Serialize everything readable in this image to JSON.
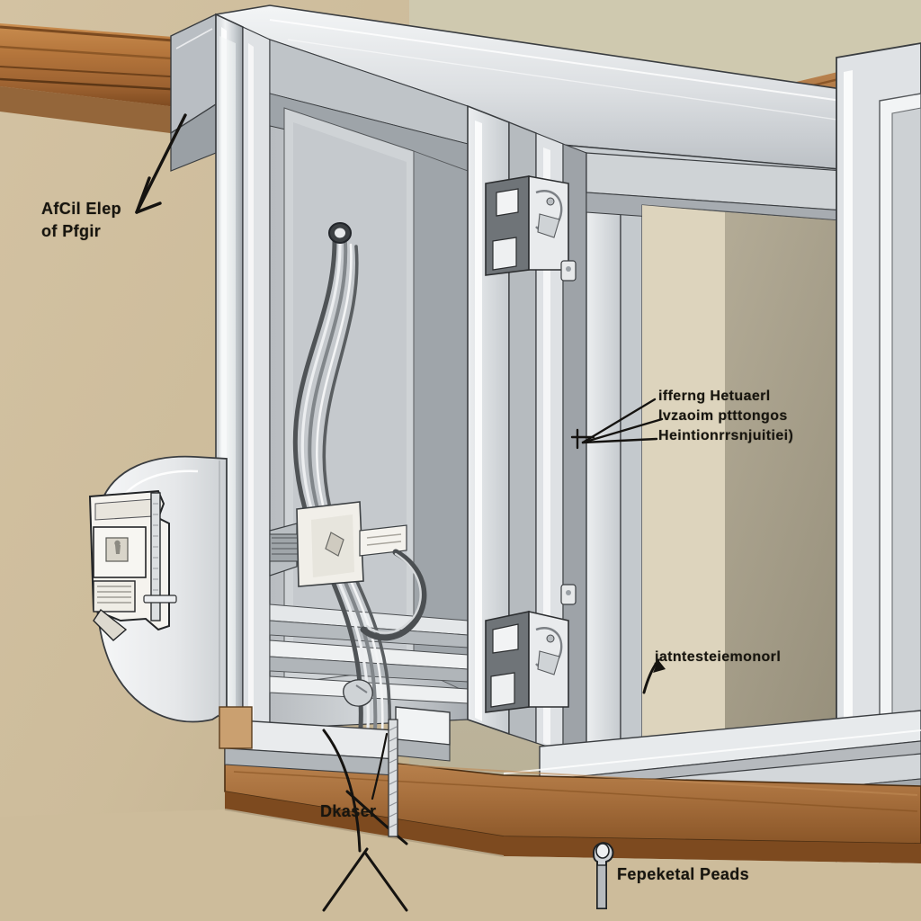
{
  "illustration": {
    "title": "Cutaway technical illustration of an aluminum-framed cabinet / door assembly",
    "style": "line-shaded CAD-style rendering, garbled placeholder annotation text",
    "palette": {
      "wall": "#cdbc9b",
      "wall_shadow": "#bfae8d",
      "ceiling": "#cfc7ad",
      "wood_trim": "#b5763c",
      "wood_trim_dark": "#7d4a1f",
      "wood_sill": "#b07a45",
      "aluminium_light": "#e9ebed",
      "aluminium_mid": "#c3c7cb",
      "aluminium_dark": "#9aa0a5",
      "panel_back": "#9b9380",
      "panel_inner": "#d8cfb8",
      "hinge_dark": "#6d7175",
      "outline": "#2b2b2b",
      "label_ink": "#17150f"
    }
  },
  "callouts": [
    {
      "id": "top-left",
      "lines": [
        "AfCil Elep",
        "of Pfgir"
      ],
      "leader": "arrow pointing up-right to the top cabinet corner / wood trim junction"
    },
    {
      "id": "mid-right",
      "lines": [
        "ifferng Hetuaerl",
        "lvzaoim  ptttongos",
        "Heintionrrsnjuitiei)"
      ],
      "leader": "three leader lines to the right stile and frame edge"
    },
    {
      "id": "lower-right",
      "lines": [
        "jatntesteiemonorl"
      ],
      "leader": "hooked leader down to the bottom rail / sill track"
    },
    {
      "id": "bottom-left",
      "lines": [
        "Dkaser"
      ],
      "leader": "crossing leader lines to the lower drawer box and wood sill"
    },
    {
      "id": "bottom-center",
      "lines": [
        "Fepeketal Peads"
      ],
      "leader": "vertical fastener / screwdriver pictogram above the text"
    }
  ],
  "components": [
    {
      "name": "wood-crown-trim",
      "note": "diagonal stained wood trim across the top of the wall"
    },
    {
      "name": "aluminium-cabinet-carcass",
      "note": "extruded aluminium box with mitred corners"
    },
    {
      "name": "cable-bundle",
      "note": "bundle of grey wires routed through a grommet inside the carcass"
    },
    {
      "name": "grommet",
      "note": "round cable pass-through at the top of the inner panel"
    },
    {
      "name": "latch-mechanism",
      "note": "white/grey lock body with sliding bolt on the mid shelf"
    },
    {
      "name": "door-edge-detail",
      "note": "exploded cross-section of the door edge and strike plate, left side"
    },
    {
      "name": "hinge-upper",
      "note": "concealed cup hinge at upper right of the opening stile"
    },
    {
      "name": "hinge-lower",
      "note": "concealed cup hinge at lower right of the opening stile"
    },
    {
      "name": "drawer-box",
      "note": "small metal box / tray at the bottom of the carcass"
    },
    {
      "name": "wood-sill",
      "note": "wood sill board below the frame"
    },
    {
      "name": "fastener-pictogram",
      "note": "screw / driver symbol near the bottom centre"
    }
  ]
}
